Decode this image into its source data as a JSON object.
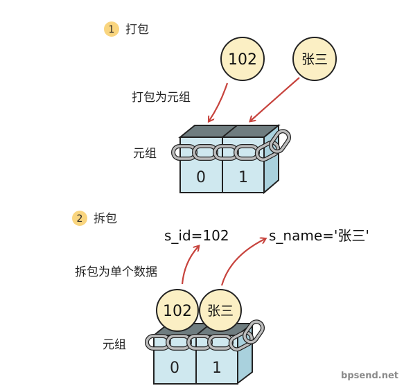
{
  "step1": {
    "number": "1",
    "title": "打包"
  },
  "step2": {
    "number": "2",
    "title": "拆包"
  },
  "pack": {
    "value_a": "102",
    "value_b": "张三",
    "action": "打包为元组",
    "tuple_label": "元组",
    "index_0": "0",
    "index_1": "1"
  },
  "unpack": {
    "action": "拆包为单个数据",
    "tuple_label": "元组",
    "value_a": "102",
    "value_b": "张三",
    "index_0": "0",
    "index_1": "1",
    "assign_a": "s_id=102",
    "assign_b": "s_name='张三'"
  },
  "watermark": "bpsend.net",
  "colors": {
    "box_front": "#cfe8ef",
    "box_side": "#a9d1dd",
    "box_inner": "#7e8d91",
    "ball_fill": "#fbefc4",
    "badge_fill": "#f9d57f",
    "arrow": "#c7433d",
    "chain": "#bcbcbc"
  }
}
